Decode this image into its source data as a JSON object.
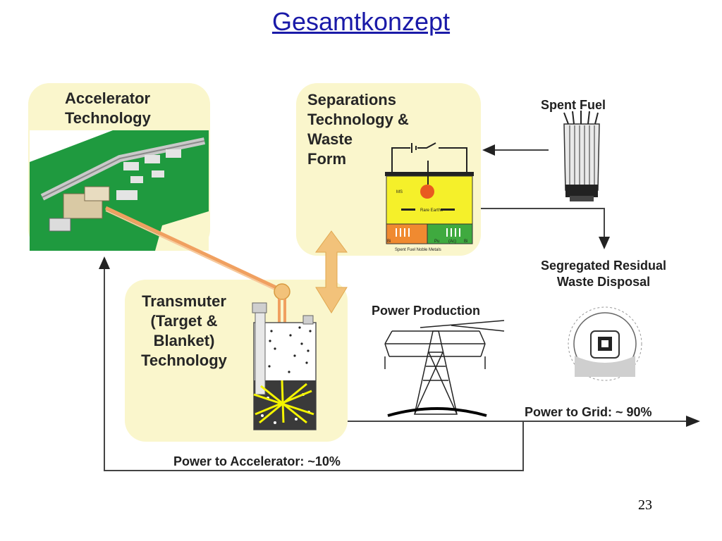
{
  "slide": {
    "title": "Gesamtkonzept",
    "page_number": "23"
  },
  "nodes": {
    "accelerator": {
      "line1": "Accelerator",
      "line2": "Technology"
    },
    "separations": {
      "line1": "Separations",
      "line2": "Technology &",
      "line3": "Waste",
      "line4": "Form"
    },
    "transmuter": {
      "line1": "Transmuter",
      "line2": "(Target &",
      "line3": "Blanket)",
      "line4": "Technology"
    },
    "spent_fuel": "Spent Fuel",
    "waste_disposal": {
      "line1": "Segregated Residual",
      "line2": "Waste Disposal"
    },
    "power_production": "Power Production"
  },
  "flows": {
    "power_to_grid": "Power to Grid: ~ 90%",
    "power_to_accelerator": "Power to Accelerator: ~10%"
  },
  "cell_labels": {
    "ms": "MS",
    "rare_earths": "Rare Earths",
    "spent_fuel_noble_metals": "Spent Fuel Noble Metals",
    "bi_left": "Bi",
    "pu": "Pu",
    "ac": "(Ac)",
    "bi_right": "Bi"
  },
  "colors": {
    "panel_bg": "#faf6cc",
    "title_blue": "#1a1aa8",
    "arrow_orange": "#f2c27a",
    "beam_orange": "#f0a060",
    "site_green": "#1f9a3f"
  }
}
